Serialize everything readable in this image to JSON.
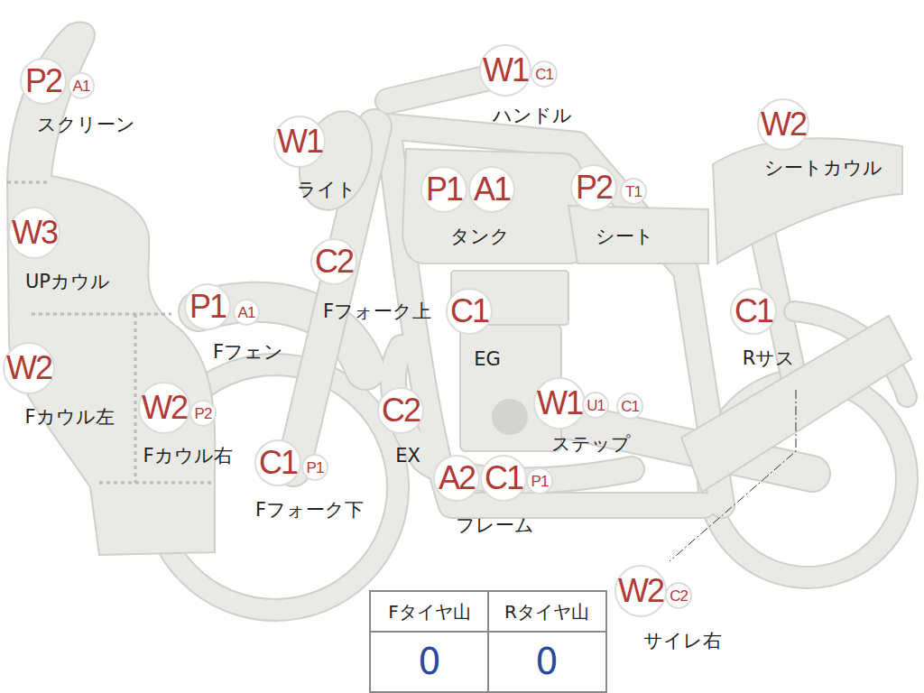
{
  "diagram": {
    "nodes": [
      {
        "text": [
          "P2"
        ]
      },
      {
        "text": [
          "A1"
        ]
      },
      {
        "text": [
          "W1"
        ]
      },
      {
        "text": [
          "C1"
        ]
      },
      {
        "text": [
          "W2"
        ]
      },
      {
        "text": [
          "W1"
        ]
      },
      {
        "text": [
          "P1"
        ]
      },
      {
        "text": [
          "A1"
        ]
      },
      {
        "text": [
          "P2"
        ]
      },
      {
        "text": [
          "T1"
        ]
      },
      {
        "text": [
          "W3"
        ]
      },
      {
        "text": [
          "C2"
        ]
      },
      {
        "text": [
          "P1"
        ]
      },
      {
        "text": [
          "A1"
        ]
      },
      {
        "text": [
          "C1"
        ]
      },
      {
        "text": [
          "C1"
        ]
      },
      {
        "text": [
          "W2"
        ]
      },
      {
        "text": [
          "C2"
        ]
      },
      {
        "text": [
          "W1"
        ]
      },
      {
        "text": [
          "U1"
        ]
      },
      {
        "text": [
          "C1"
        ]
      },
      {
        "text": [
          "W2"
        ]
      },
      {
        "text": [
          "P2"
        ]
      },
      {
        "text": [
          "C1"
        ]
      },
      {
        "text": [
          "P1"
        ]
      },
      {
        "text": [
          "A2"
        ]
      },
      {
        "text": [
          "C1"
        ]
      },
      {
        "text": [
          "P1"
        ]
      },
      {
        "text": [
          "W2"
        ]
      },
      {
        "text": [
          "C2"
        ]
      }
    ],
    "labels": [
      "スクリーン",
      "ハンドル",
      "シートカウル",
      "ライト",
      "タンク",
      "シート",
      "UPカウル",
      "Fフォーク上",
      "Fフェン",
      "EG",
      "Rサス",
      "Fカウル左",
      "EX",
      "ステップ",
      "Fカウル右",
      "Fフォーク下",
      "フレーム",
      "サイレ右",
      "Fタイヤ山",
      "Rタイヤ山",
      "0",
      "0"
    ]
  }
}
